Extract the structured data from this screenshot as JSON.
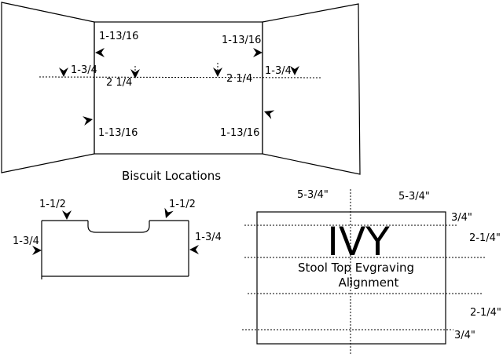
{
  "caption": "Biscuit Locations",
  "colors": {
    "line": "#000000",
    "background": "#ffffff"
  },
  "biscuit_view": {
    "labels": {
      "top_left": "1-13/16",
      "top_right": "1-13/16",
      "outer_left": "1-3/4",
      "outer_right": "1-3/4",
      "center_left": "2 1/4",
      "center_right": "2 1/4",
      "bottom_left": "1-13/16",
      "bottom_right": "1-13/16"
    }
  },
  "side_view": {
    "labels": {
      "top_left": "1-1/2",
      "top_right": "1-1/2",
      "left": "1-3/4",
      "right": "1-3/4"
    }
  },
  "engraving_view": {
    "top_left": "5-3/4\"",
    "top_right": "5-3/4\"",
    "engraving_text": "IVY",
    "title_line1": "Stool Top Evgraving",
    "title_line2": "Alignment",
    "right_labels": [
      "3/4\"",
      "2-1/4\"",
      "2-1/4\"",
      "3/4\""
    ]
  }
}
